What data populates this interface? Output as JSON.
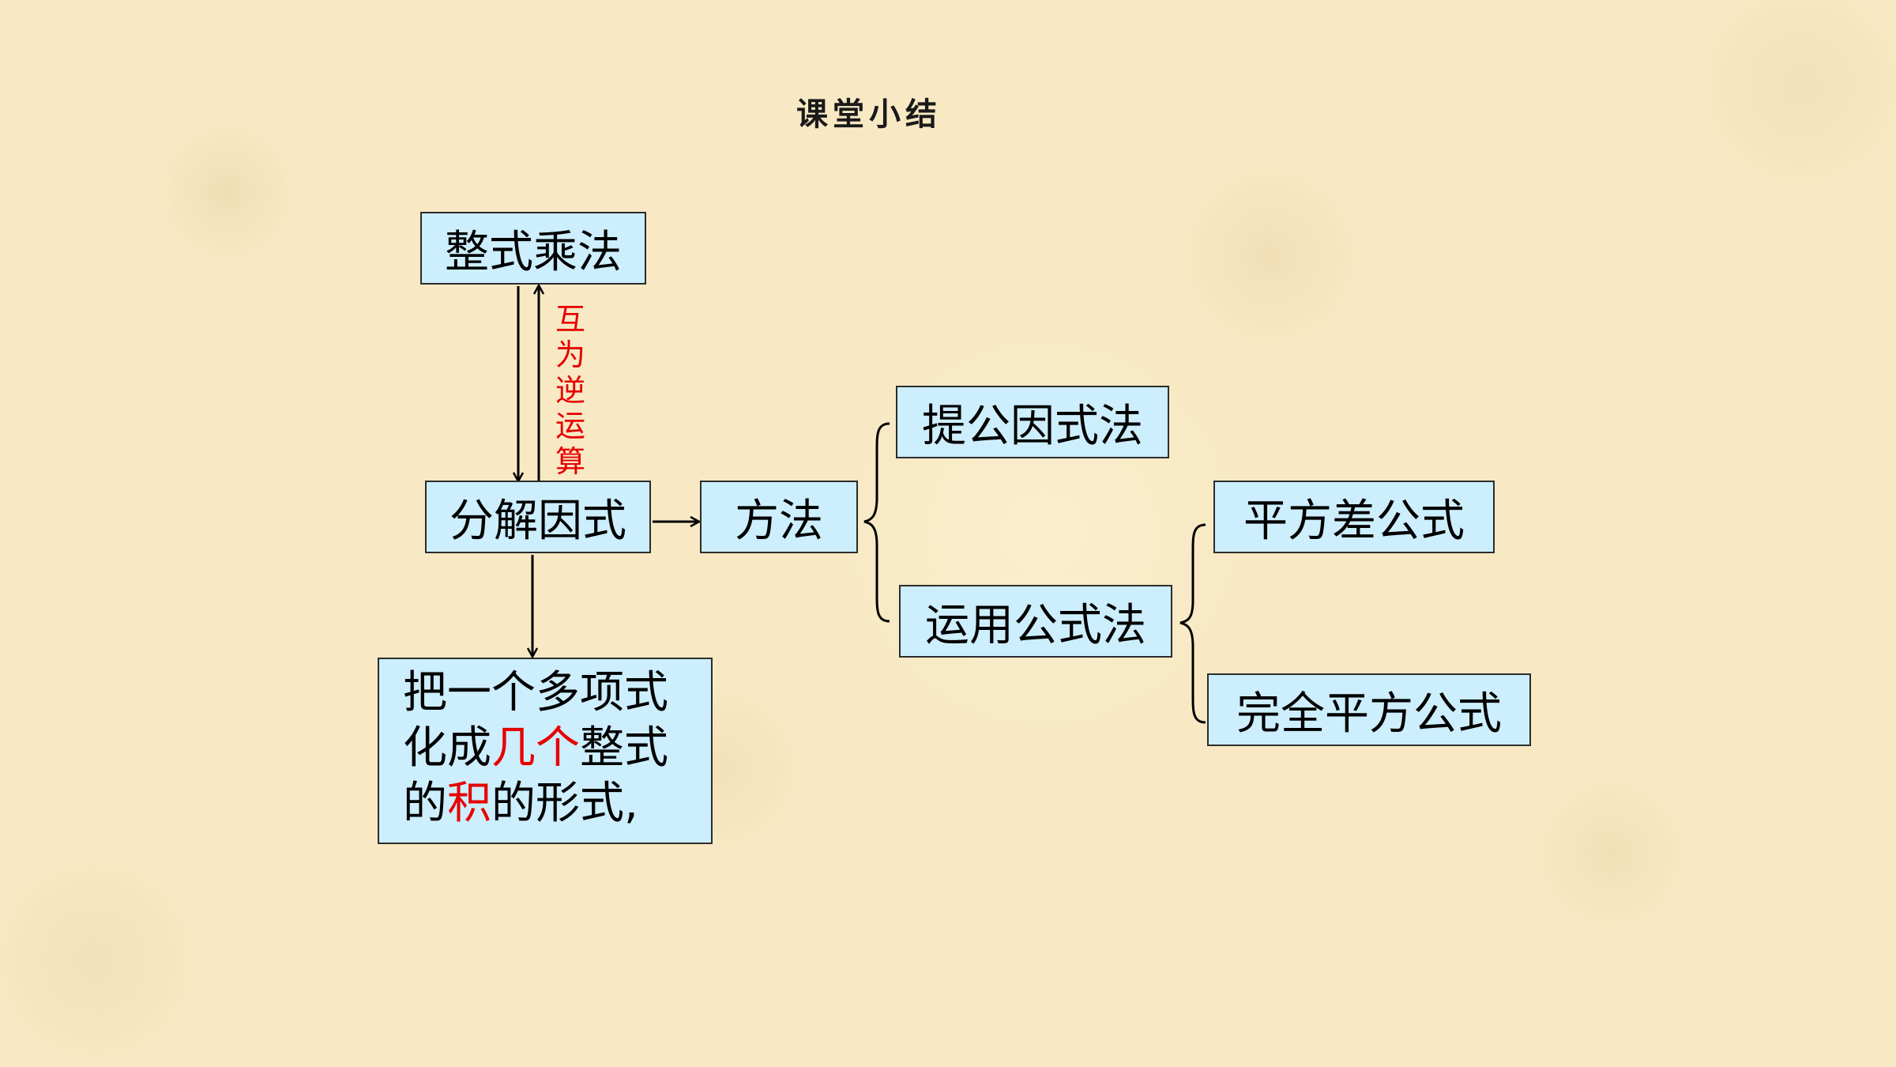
{
  "title": "课堂小结",
  "nodes": {
    "integral_multiplication": "整式乘法",
    "factorization": "分解因式",
    "method": "方法",
    "extract_common_factor": "提公因式法",
    "formula_method": "运用公式法",
    "difference_of_squares": "平方差公式",
    "perfect_square": "完全平方公式"
  },
  "inverse_label": [
    "互",
    "为",
    "逆",
    "运",
    "算"
  ],
  "definition": {
    "line1": "把一个多项式",
    "line2_a": "化成",
    "line2_b": "几个",
    "line2_c": "整式",
    "line3_a": "的",
    "line3_b": "积",
    "line3_c": "的形式,"
  },
  "colors": {
    "box_fill": "#cdeefd",
    "box_border": "#2c2c2c",
    "highlight": "#e60000",
    "background": "#f8e9c4"
  }
}
